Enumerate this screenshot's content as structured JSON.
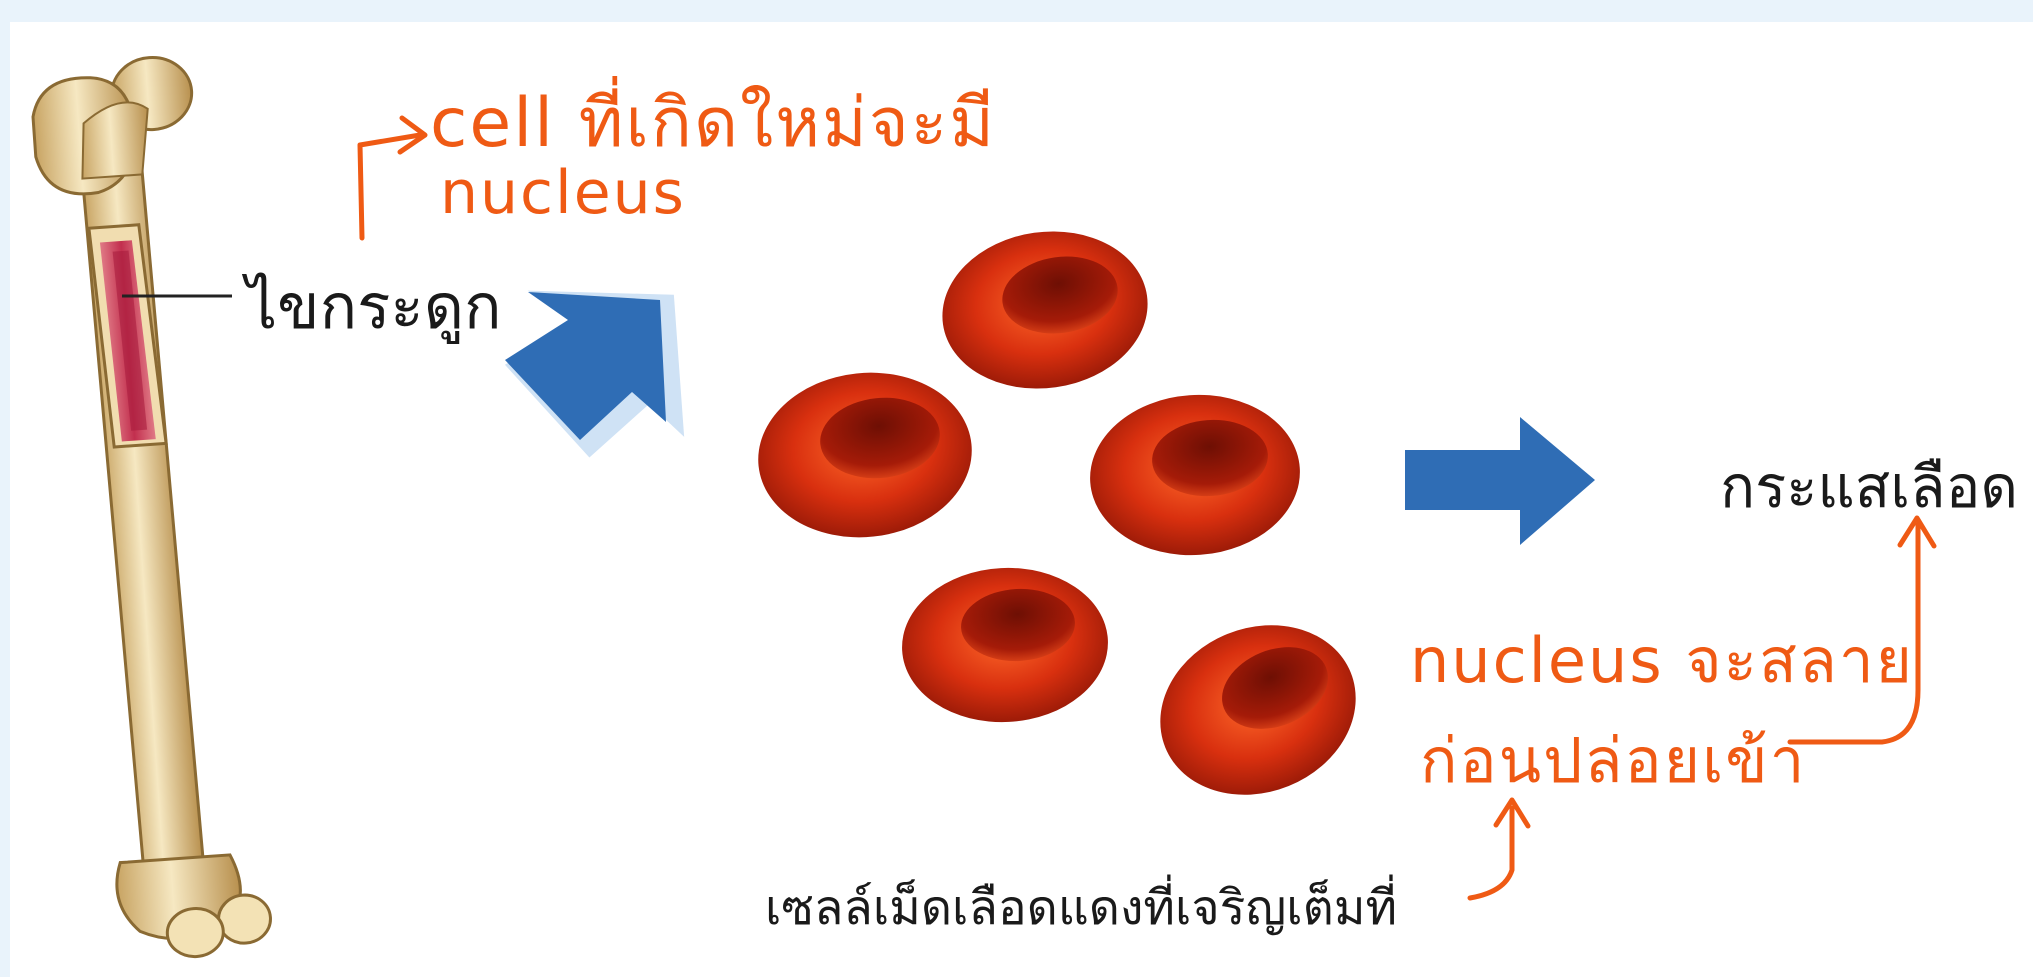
{
  "labels": {
    "bone_marrow": "ไขกระดูก",
    "bloodstream": "กระแสเลือด",
    "mature_rbc": "เซลล์เม็ดเลือดแดงที่เจริญเต็มที่"
  },
  "annotations": {
    "new_cell_line1": "cell ที่เกิดใหม่จะมี",
    "new_cell_line2": "nucleus",
    "nucleus_line1": "nucleus จะสลาย",
    "nucleus_line2": "ก่อนปล่อยเข้า"
  },
  "colors": {
    "annotation": "#ef5a14",
    "arrow_blue": "#2f6db5",
    "arrow_glow": "#cfe2f5",
    "rbc": "#c4230c",
    "bone": "#eedbaa",
    "marrow": "#cc3f5a"
  }
}
